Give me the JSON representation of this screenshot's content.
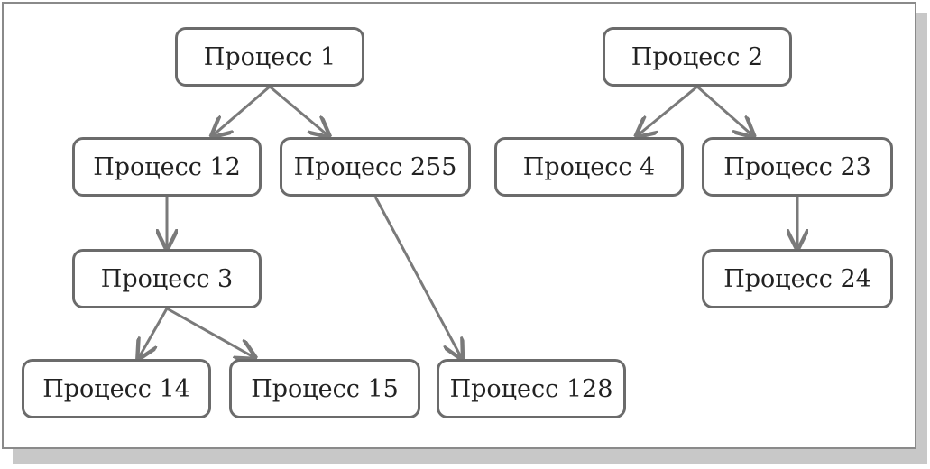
{
  "diagram": {
    "nodes": {
      "p1": "Процесс 1",
      "p2": "Процесс 2",
      "p12": "Процесс 12",
      "p255": "Процесс 255",
      "p4": "Процесс 4",
      "p23": "Процесс 23",
      "p3": "Процесс 3",
      "p24": "Процесс 24",
      "p14": "Процесс 14",
      "p15": "Процесс 15",
      "p128": "Процесс 128"
    },
    "edges": [
      {
        "from": "p1",
        "to": "p12"
      },
      {
        "from": "p1",
        "to": "p255"
      },
      {
        "from": "p2",
        "to": "p4"
      },
      {
        "from": "p2",
        "to": "p23"
      },
      {
        "from": "p12",
        "to": "p3"
      },
      {
        "from": "p23",
        "to": "p24"
      },
      {
        "from": "p3",
        "to": "p14"
      },
      {
        "from": "p3",
        "to": "p15"
      },
      {
        "from": "p255",
        "to": "p128"
      }
    ],
    "colors": {
      "border": "#6b6b6b",
      "arrow": "#7a7a7a",
      "text": "#222222"
    }
  }
}
